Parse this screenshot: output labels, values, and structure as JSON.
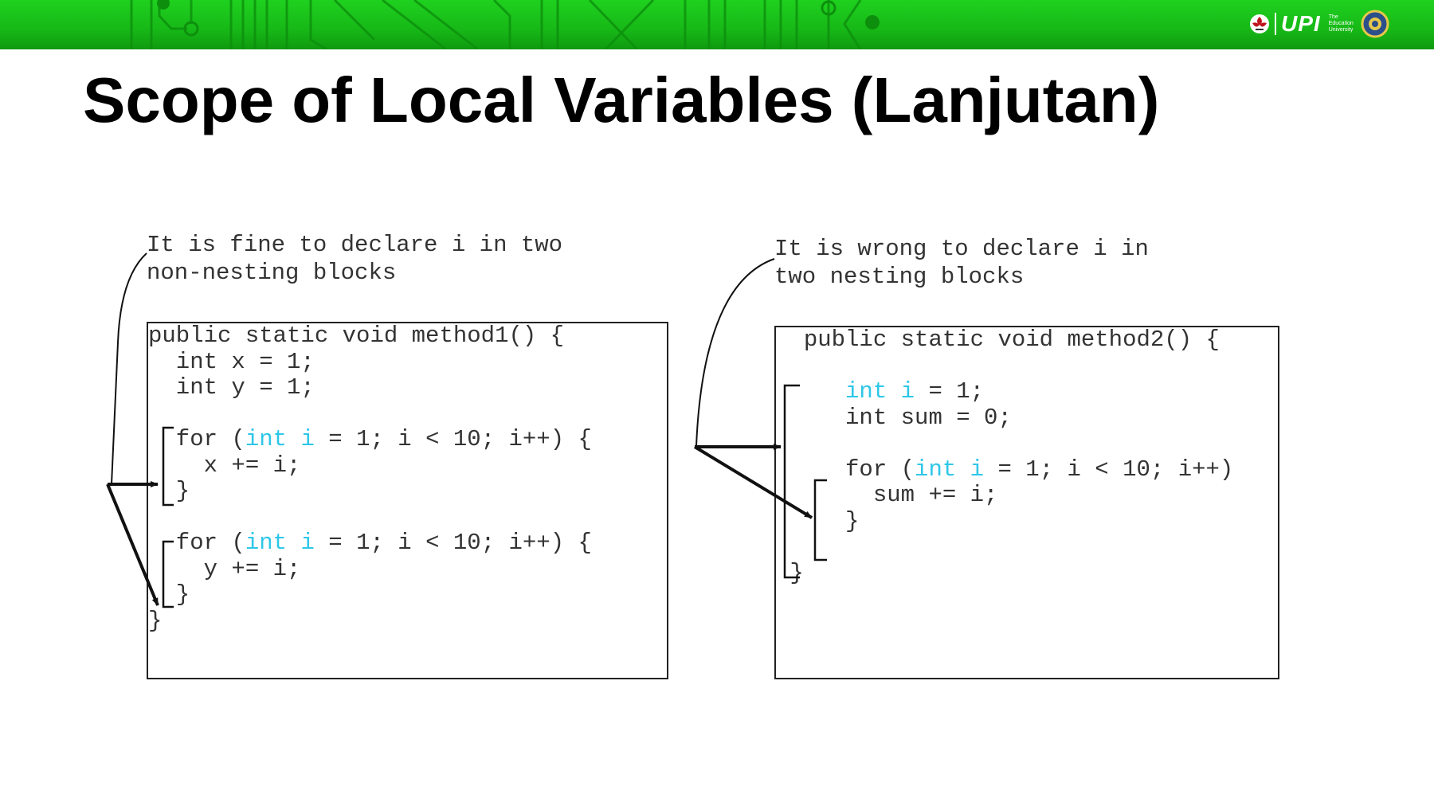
{
  "slide": {
    "title": "Scope of Local Variables (Lanjutan)"
  },
  "header": {
    "logo_text": "UPI",
    "logo_subtext": [
      "The",
      "Education",
      "University"
    ],
    "icons": [
      "upi-flower-icon",
      "university-seal-icon"
    ],
    "bar_color": "#18c018"
  },
  "left_panel": {
    "note_lines": [
      "It is fine to declare i in two",
      "non-nesting blocks"
    ],
    "code": {
      "l1": "public static void method1() {",
      "l2": "  int x = 1;",
      "l3": "  int y = 1;",
      "l5a": "  for (",
      "l5kw1": "int",
      "l5sp": " ",
      "l5kw2": "i",
      "l5b": " = 1; i < 10; i++) {",
      "l6": "    x += i;",
      "l7": "  }",
      "l9a": "  for (",
      "l9kw1": "int",
      "l9sp": " ",
      "l9kw2": "i",
      "l9b": " = 1; i < 10; i++) {",
      "l10": "    y += i;",
      "l11": "  }",
      "l12": "}"
    }
  },
  "right_panel": {
    "note_lines": [
      "It is wrong to declare i in",
      "two nesting blocks"
    ],
    "code": {
      "l1": "public static void method2() {",
      "l3kw1": "int",
      "l3sp": " ",
      "l3kw2": "i",
      "l3b": " = 1;",
      "l4": "  int sum = 0;",
      "l6a": "  for (",
      "l6kw1": "int",
      "l6sp": " ",
      "l6kw2": "i",
      "l6b": " = 1; i < 10; i++)",
      "l7": "    sum += i;",
      "l8": "  }",
      "l10": "}"
    }
  },
  "colors": {
    "keyword_highlight": "#2ec7e8",
    "code_text": "#333333"
  }
}
